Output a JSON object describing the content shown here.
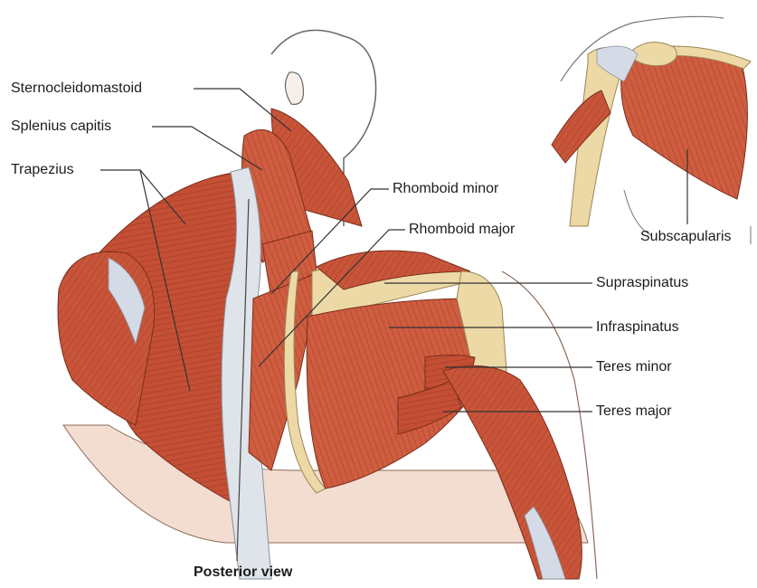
{
  "caption": "Posterior view",
  "labels": {
    "sternocleidomastoid": "Sternocleidomastoid",
    "splenius_capitis": "Splenius capitis",
    "trapezius": "Trapezius",
    "rhomboid_minor": "Rhomboid minor",
    "rhomboid_major": "Rhomboid major",
    "subscapularis": "Subscapularis",
    "supraspinatus": "Supraspinatus",
    "infraspinatus": "Infraspinatus",
    "teres_minor": "Teres minor",
    "teres_major": "Teres major"
  },
  "colors": {
    "muscle": "#c8553a",
    "muscle_dark": "#9e3a24",
    "muscle_light": "#e07a5a",
    "bone": "#ecd9a6",
    "tendon": "#d5dbe6",
    "skin": "#f3ddd0",
    "outline": "#555555"
  }
}
